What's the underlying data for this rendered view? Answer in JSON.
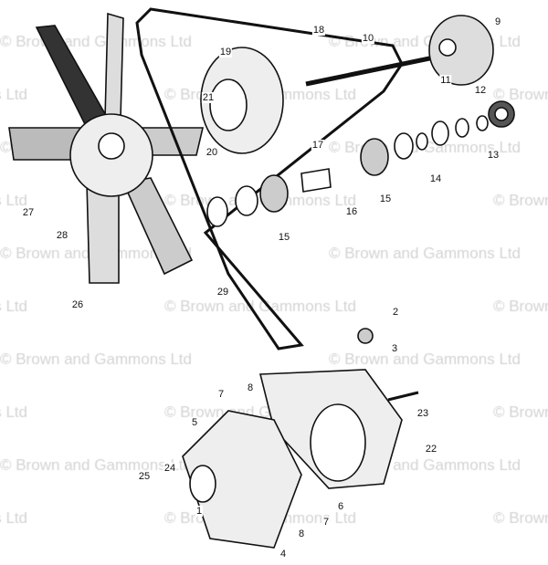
{
  "watermark": "© Brown and Gammons Ltd",
  "labels": {
    "p1": "1",
    "p2": "2",
    "p3": "3",
    "p4": "4",
    "p5": "5",
    "p6": "6",
    "p7a": "7",
    "p7b": "7",
    "p8a": "8",
    "p8b": "8",
    "p9": "9",
    "p10": "10",
    "p11": "11",
    "p12": "12",
    "p13": "13",
    "p14": "14",
    "p15a": "15",
    "p15b": "15",
    "p16": "16",
    "p17": "17",
    "p18": "18",
    "p19": "19",
    "p20": "20",
    "p21": "21",
    "p22": "22",
    "p23": "23",
    "p24": "24",
    "p25": "25",
    "p26": "26",
    "p27": "27",
    "p28": "28",
    "p29": "29"
  }
}
